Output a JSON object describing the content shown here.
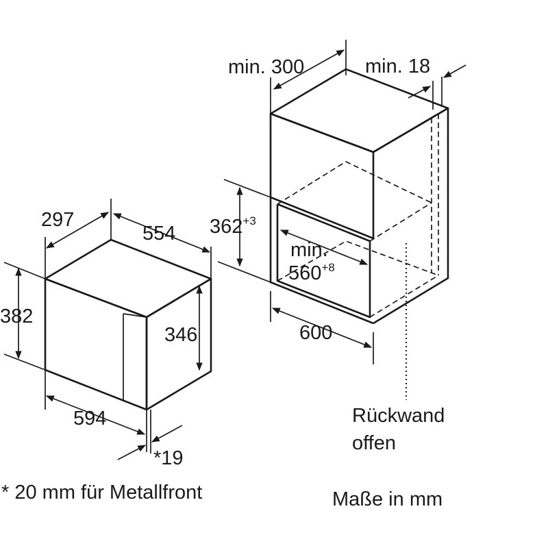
{
  "appliance": {
    "depth": "297",
    "width_top": "554",
    "height": "382",
    "opening_height": "346",
    "front_width": "594",
    "panel_thickness": "*19"
  },
  "cabinet": {
    "depth_min": "min. 300",
    "side_min": "min. 18",
    "niche_height": "362",
    "niche_height_tol": "+3",
    "niche_width_prefix": "min.",
    "niche_width": "560",
    "niche_width_tol": "+8",
    "cabinet_width": "600",
    "rear_wall": [
      "Rückwand",
      "offen"
    ]
  },
  "notes": {
    "footnote": "* 20 mm für Metallfront",
    "units": "Maße in mm"
  }
}
